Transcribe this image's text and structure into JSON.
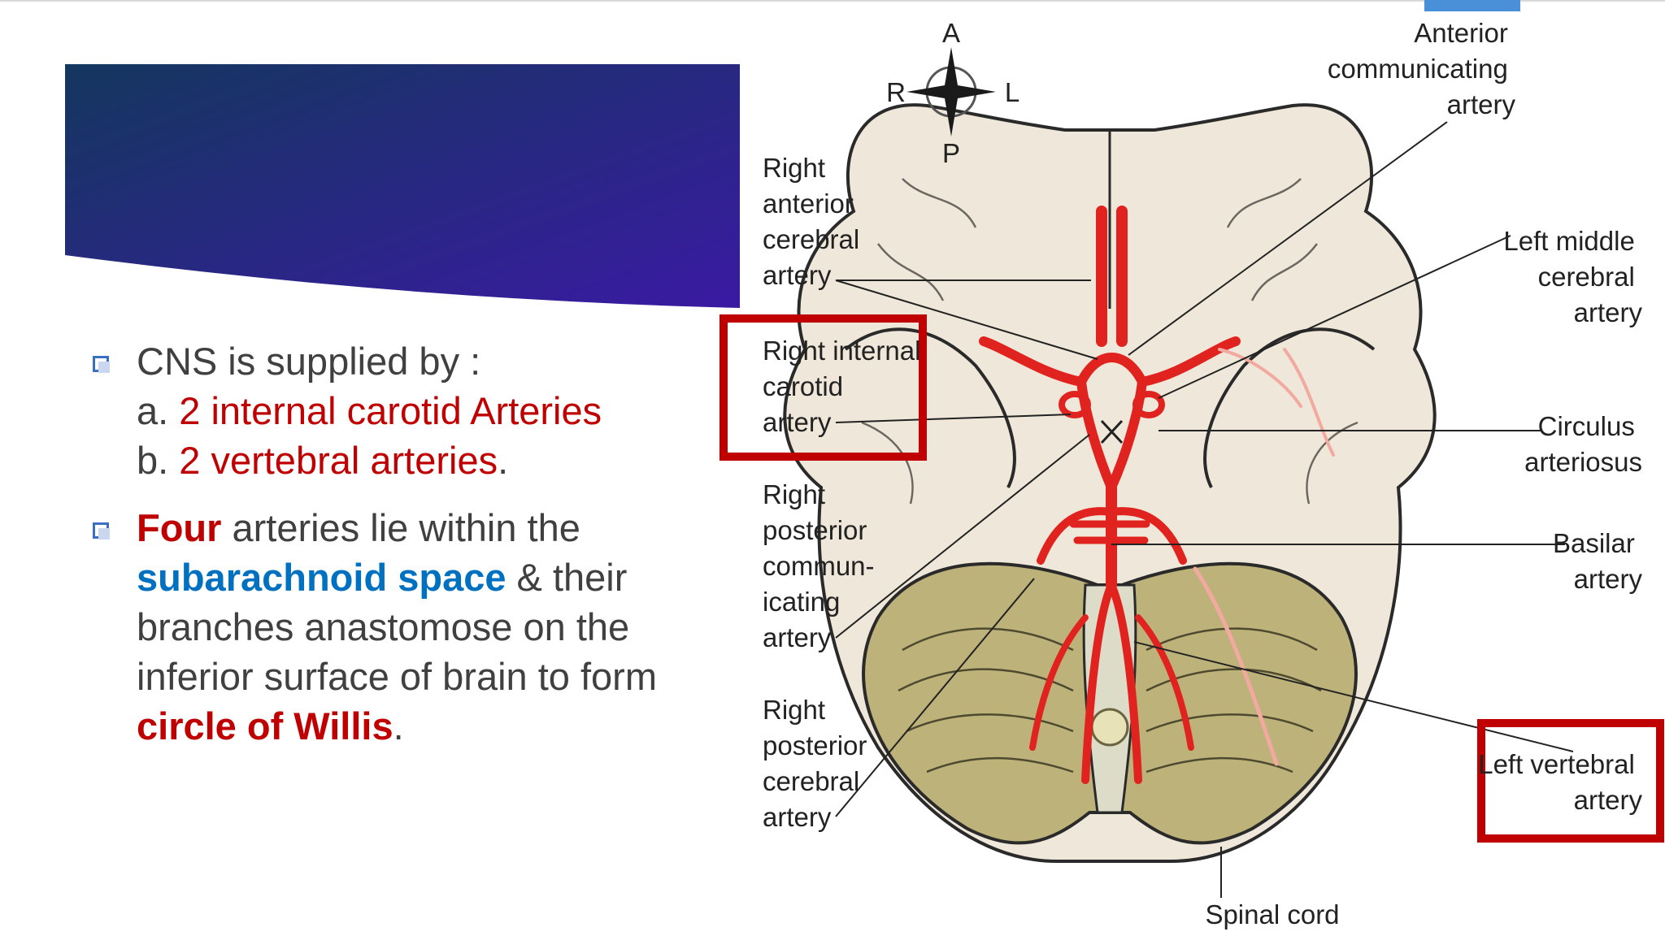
{
  "bullets": [
    {
      "lines": [
        [
          {
            "text": "CNS is supplied by :",
            "style": "normal"
          }
        ],
        [
          {
            "text": "a. ",
            "style": "normal"
          },
          {
            "text": "2 internal carotid Arteries",
            "style": "red"
          }
        ],
        [
          {
            "text": "b. ",
            "style": "normal"
          },
          {
            "text": "2 vertebral arteries",
            "style": "red"
          },
          {
            "text": ".",
            "style": "normal"
          }
        ]
      ]
    },
    {
      "lines": [
        [
          {
            "text": "Four",
            "style": "red-bold"
          },
          {
            "text": " arteries lie within the",
            "style": "normal"
          }
        ],
        [
          {
            "text": "subarachnoid space",
            "style": "blue-bold"
          },
          {
            "text": " & their",
            "style": "normal"
          }
        ],
        [
          {
            "text": "branches anastomose on the",
            "style": "normal"
          }
        ],
        [
          {
            "text": "inferior surface of brain to form",
            "style": "normal"
          }
        ],
        [
          {
            "text": "circle of Willis",
            "style": "red-bold"
          },
          {
            "text": ".",
            "style": "normal"
          }
        ]
      ]
    }
  ],
  "compass": {
    "a": "A",
    "r": "R",
    "l": "L",
    "p": "P"
  },
  "labels": {
    "right_anterior_cerebral": [
      "Right",
      "anterior",
      "cerebral",
      "artery"
    ],
    "right_internal_carotid": [
      "Right internal",
      "carotid",
      "artery"
    ],
    "right_posterior_communicating": [
      "Right",
      "posterior",
      "commun-",
      "icating",
      "artery"
    ],
    "right_posterior_cerebral": [
      "Right",
      "posterior",
      "cerebral",
      "artery"
    ],
    "anterior_communicating": [
      "Anterior",
      "communicating",
      "artery"
    ],
    "left_middle_cerebral": [
      "Left middle",
      "cerebral",
      "artery"
    ],
    "circulus_arteriosus": [
      "Circulus",
      "arteriosus"
    ],
    "basilar": [
      "Basilar",
      "artery"
    ],
    "left_vertebral": [
      "Left vertebral",
      "artery"
    ],
    "spinal_cord": [
      "Spinal cord"
    ]
  },
  "colors": {
    "highlight_box": "#c00000",
    "artery": "#e0231e",
    "banner_start": "#14375e",
    "banner_end": "#3a1aa3"
  }
}
